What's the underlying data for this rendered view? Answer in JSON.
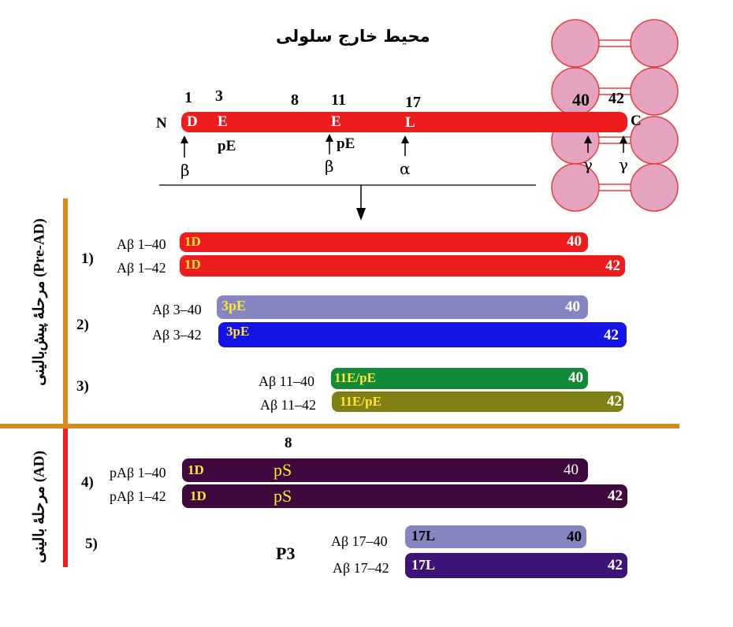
{
  "title": "محیط خارج سلولی",
  "colors": {
    "red": "#ee1c1c",
    "lavender": "#8585c2",
    "blue": "#1414e6",
    "green": "#138a3a",
    "olive": "#808014",
    "purple": "#3e0a3e",
    "indigo": "#3c1478",
    "orange": "#d98a1c",
    "yellow": "#ffe633",
    "membrane": "#e6a3c0"
  },
  "app": {
    "terminal_n": "N",
    "terminal_c": "C",
    "positions": {
      "p1": "1",
      "p3": "3",
      "p8": "8",
      "p11": "11",
      "p17": "17",
      "p40": "40",
      "p42": "42"
    },
    "residues": {
      "d": "D",
      "e3": "E",
      "e11": "E",
      "l": "L"
    },
    "pe_labels": {
      "pe3": "pE",
      "pe11": "pE"
    },
    "secretases": {
      "beta1": "β",
      "beta11": "β",
      "alpha": "α",
      "gamma40": "γ",
      "gamma42": "γ"
    }
  },
  "phases": {
    "preclinical": "مرحلهٔ پیش‌بالینی (Pre-AD)",
    "clinical": "مرحلهٔ بالینی (AD)"
  },
  "groups": {
    "g1": "1)",
    "g2": "2)",
    "g3": "3)",
    "g4": "4)",
    "g5": "5)"
  },
  "p3_label": "P3",
  "pos8_label": "8",
  "bars": {
    "b1": {
      "label": "Aβ 1–40",
      "start": "1D",
      "end": "40"
    },
    "b2": {
      "label": "Aβ 1–42",
      "start": "1D",
      "end": "42"
    },
    "b3": {
      "label": "Aβ 3–40",
      "start": "3pE",
      "end": "40"
    },
    "b4": {
      "label": "Aβ 3–42",
      "start": "3pE",
      "end": "42"
    },
    "b5": {
      "label": "Aβ 11–40",
      "start": "11E/pE",
      "end": "40"
    },
    "b6": {
      "label": "Aβ 11–42",
      "start": "11E/pE",
      "end": "42"
    },
    "b7": {
      "label": "pAβ 1–40",
      "start": "1D",
      "mid": "pS",
      "end": "40"
    },
    "b8": {
      "label": "pAβ 1–42",
      "start": "1D",
      "mid": "pS",
      "end": "42"
    },
    "b9": {
      "label": "Aβ 17–40",
      "start": "17L",
      "end": "40"
    },
    "b10": {
      "label": "Aβ 17–42",
      "start": "17L",
      "end": "42"
    }
  }
}
